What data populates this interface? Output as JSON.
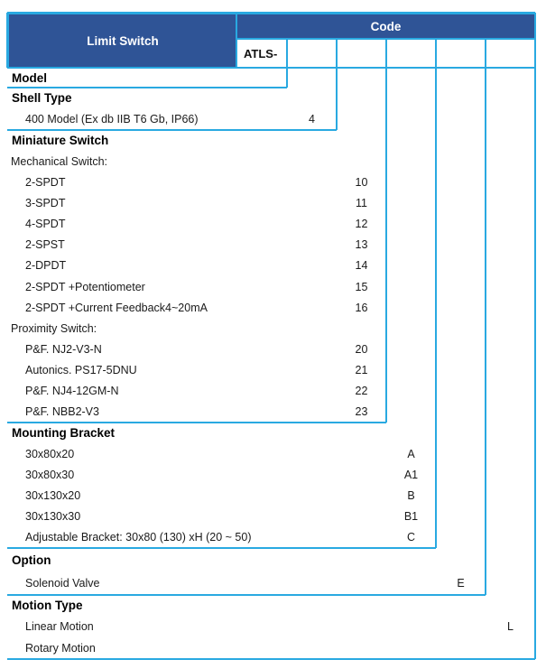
{
  "header": {
    "limit_switch_label": "Limit Switch",
    "code_label": "Code",
    "prefix_label": "ATLS-",
    "empty_code_cells": 5
  },
  "colors": {
    "dark_blue": "#2F5496",
    "grid_blue": "#29A9E1",
    "text": "#1a1a1a"
  },
  "sections": [
    {
      "title": "Model",
      "rows": []
    },
    {
      "title": "Shell Type",
      "rows": [
        {
          "label": "400 Model (Ex db IIB T6 Gb, IP66)",
          "code": "4",
          "type": "item"
        }
      ]
    },
    {
      "title": "Miniature Switch",
      "rows": [
        {
          "label": "Mechanical Switch:",
          "code": "",
          "type": "subheader"
        },
        {
          "label": "2-SPDT",
          "code": "10",
          "type": "item"
        },
        {
          "label": "3-SPDT",
          "code": "11",
          "type": "item"
        },
        {
          "label": "4-SPDT",
          "code": "12",
          "type": "item"
        },
        {
          "label": "2-SPST",
          "code": "13",
          "type": "item"
        },
        {
          "label": "2-DPDT",
          "code": "14",
          "type": "item"
        },
        {
          "label": "2-SPDT +Potentiometer",
          "code": "15",
          "type": "item"
        },
        {
          "label": "2-SPDT +Current Feedback4~20mA",
          "code": "16",
          "type": "item"
        },
        {
          "label": "Proximity Switch:",
          "code": "",
          "type": "subheader"
        },
        {
          "label": "P&F. NJ2-V3-N",
          "code": "20",
          "type": "item"
        },
        {
          "label": "Autonics. PS17-5DNU",
          "code": "21",
          "type": "item"
        },
        {
          "label": "P&F. NJ4-12GM-N",
          "code": "22",
          "type": "item"
        },
        {
          "label": "P&F. NBB2-V3",
          "code": "23",
          "type": "item"
        }
      ]
    },
    {
      "title": "Mounting Bracket",
      "rows": [
        {
          "label": "30x80x20",
          "code": "A",
          "type": "item"
        },
        {
          "label": "30x80x30",
          "code": "A1",
          "type": "item"
        },
        {
          "label": "30x130x20",
          "code": "B",
          "type": "item"
        },
        {
          "label": "30x130x30",
          "code": "B1",
          "type": "item"
        },
        {
          "label": "Adjustable Bracket: 30x80 (130) xH (20 ~ 50)",
          "code": "C",
          "type": "item"
        }
      ]
    },
    {
      "title": "Option",
      "rows": [
        {
          "label": "Solenoid Valve",
          "code": "E",
          "type": "item"
        }
      ]
    },
    {
      "title": "Motion Type",
      "rows": [
        {
          "label": "Linear Motion",
          "code": "L",
          "type": "item"
        },
        {
          "label": "Rotary Motion",
          "code": "",
          "type": "item"
        }
      ]
    }
  ]
}
